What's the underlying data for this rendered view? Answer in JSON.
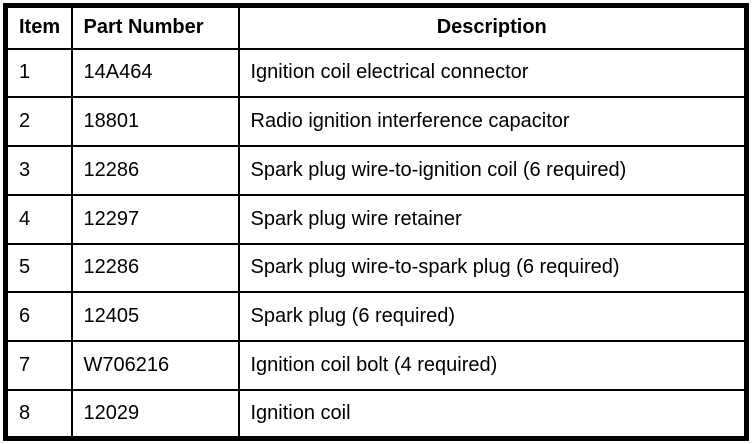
{
  "colors": {
    "border": "#000000",
    "background": "#ffffff",
    "text": "#000000"
  },
  "table": {
    "headers": {
      "item": "Item",
      "part_number": "Part Number",
      "description": "Description"
    },
    "rows": [
      {
        "item": "1",
        "part_number": "14A464",
        "description": "Ignition coil electrical connector"
      },
      {
        "item": "2",
        "part_number": "18801",
        "description": "Radio ignition interference capacitor"
      },
      {
        "item": "3",
        "part_number": "12286",
        "description": "Spark plug wire-to-ignition coil (6 required)"
      },
      {
        "item": "4",
        "part_number": "12297",
        "description": "Spark plug wire retainer"
      },
      {
        "item": "5",
        "part_number": "12286",
        "description": "Spark plug wire-to-spark plug (6 required)"
      },
      {
        "item": "6",
        "part_number": "12405",
        "description": "Spark plug (6 required)"
      },
      {
        "item": "7",
        "part_number": "W706216",
        "description": "Ignition coil bolt (4 required)"
      },
      {
        "item": "8",
        "part_number": "12029",
        "description": "Ignition coil"
      }
    ]
  }
}
